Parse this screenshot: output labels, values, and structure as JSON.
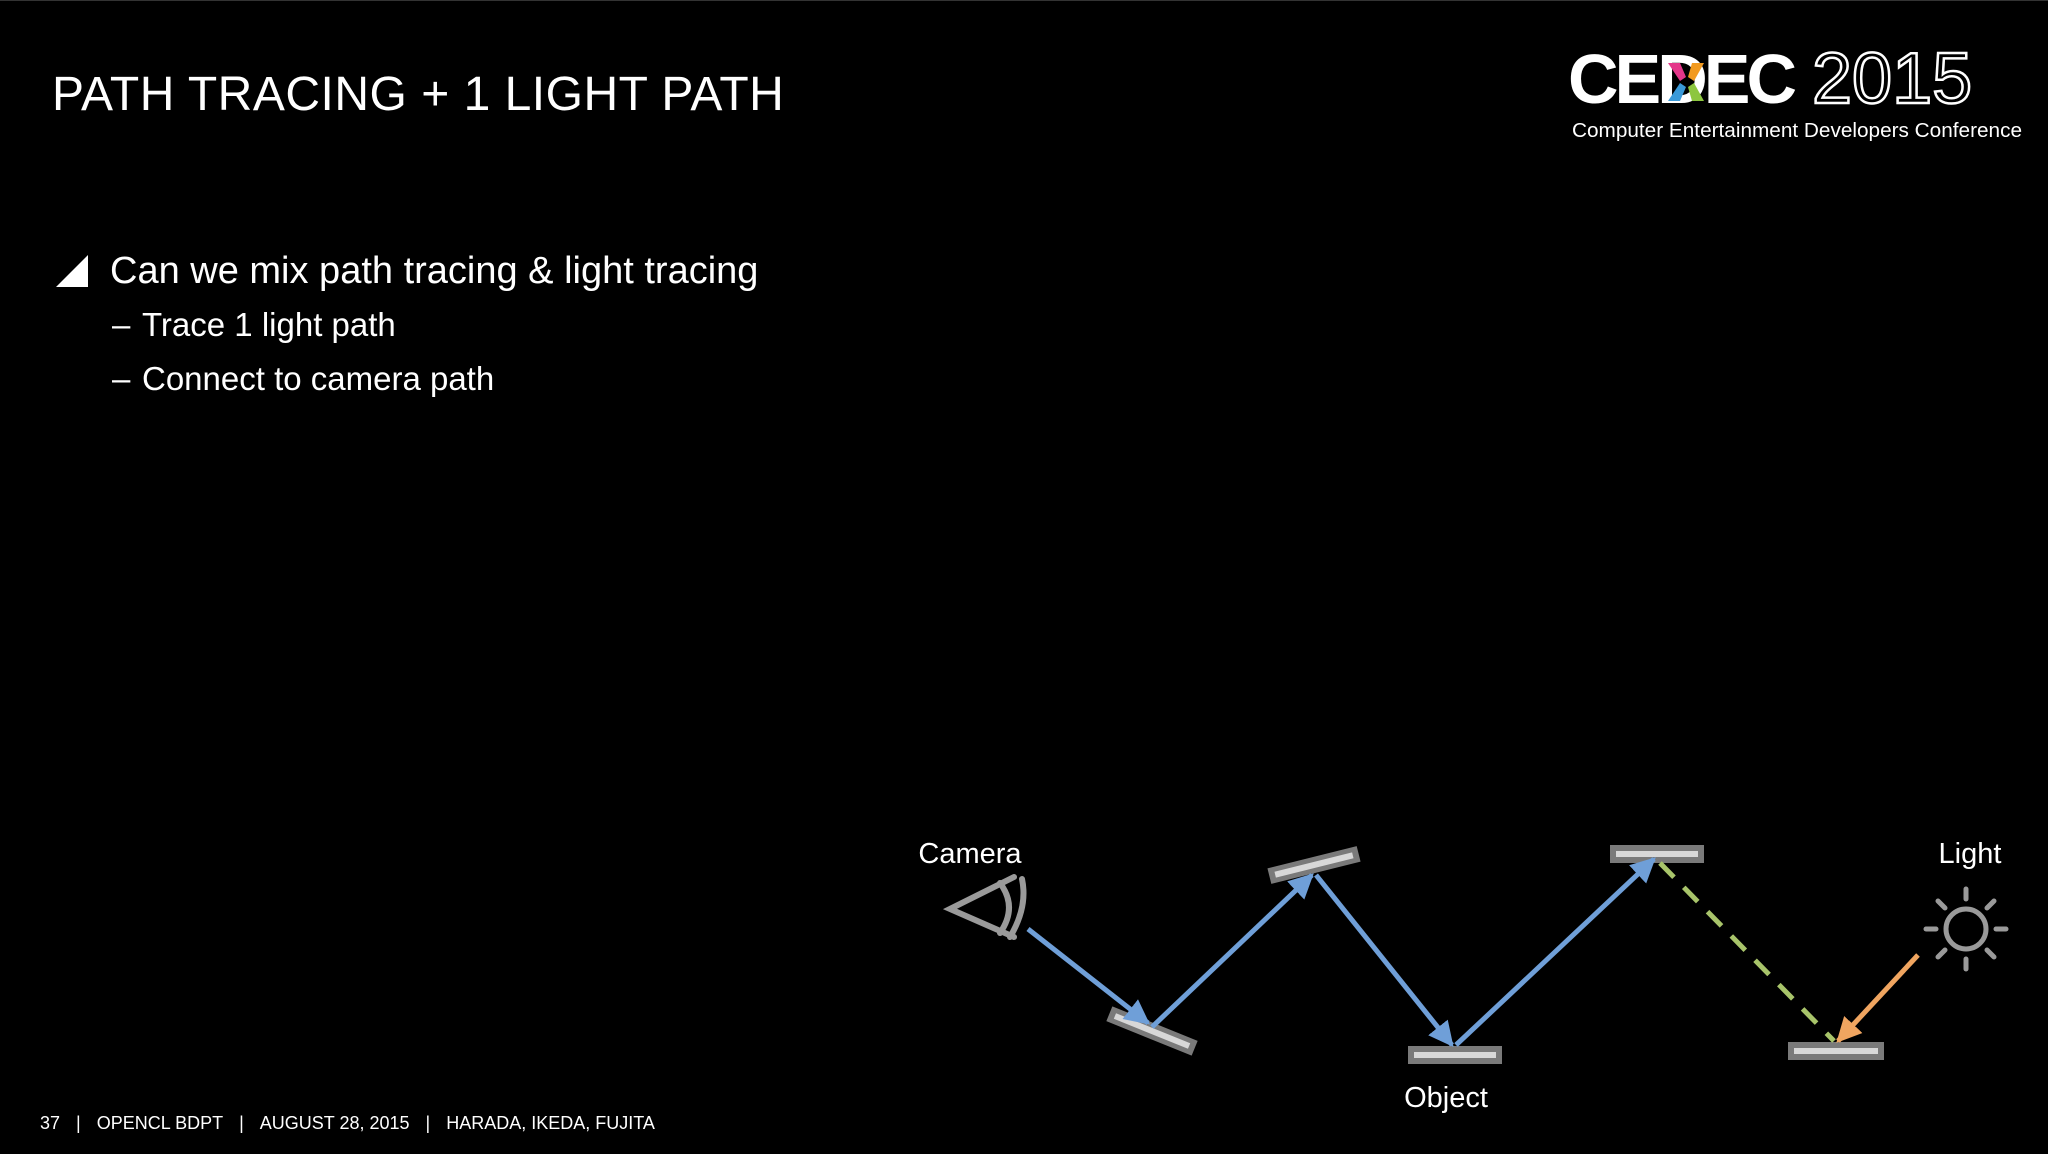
{
  "slide": {
    "title": "PATH TRACING + 1 LIGHT PATH",
    "bullet": "Can we mix path tracing & light tracing",
    "subbullets": [
      "Trace 1 light path",
      "Connect to camera path"
    ]
  },
  "logo": {
    "name": "CEDEC",
    "year": "2015",
    "tagline": "Computer Entertainment Developers Conference"
  },
  "diagram": {
    "labels": {
      "camera": "Camera",
      "light": "Light",
      "object": "Object"
    },
    "colors": {
      "camera_path": "#6f9fd8",
      "light_path": "#f0a560",
      "connection": "#a8c46a",
      "surface": "#a0a0a0",
      "icon": "#9a9a9a"
    },
    "icons": [
      "eye-icon",
      "sun-icon"
    ]
  },
  "footer": {
    "page": "37",
    "talk": "OPENCL BDPT",
    "date": "AUGUST 28, 2015",
    "authors": "HARADA, IKEDA, FUJITA"
  }
}
